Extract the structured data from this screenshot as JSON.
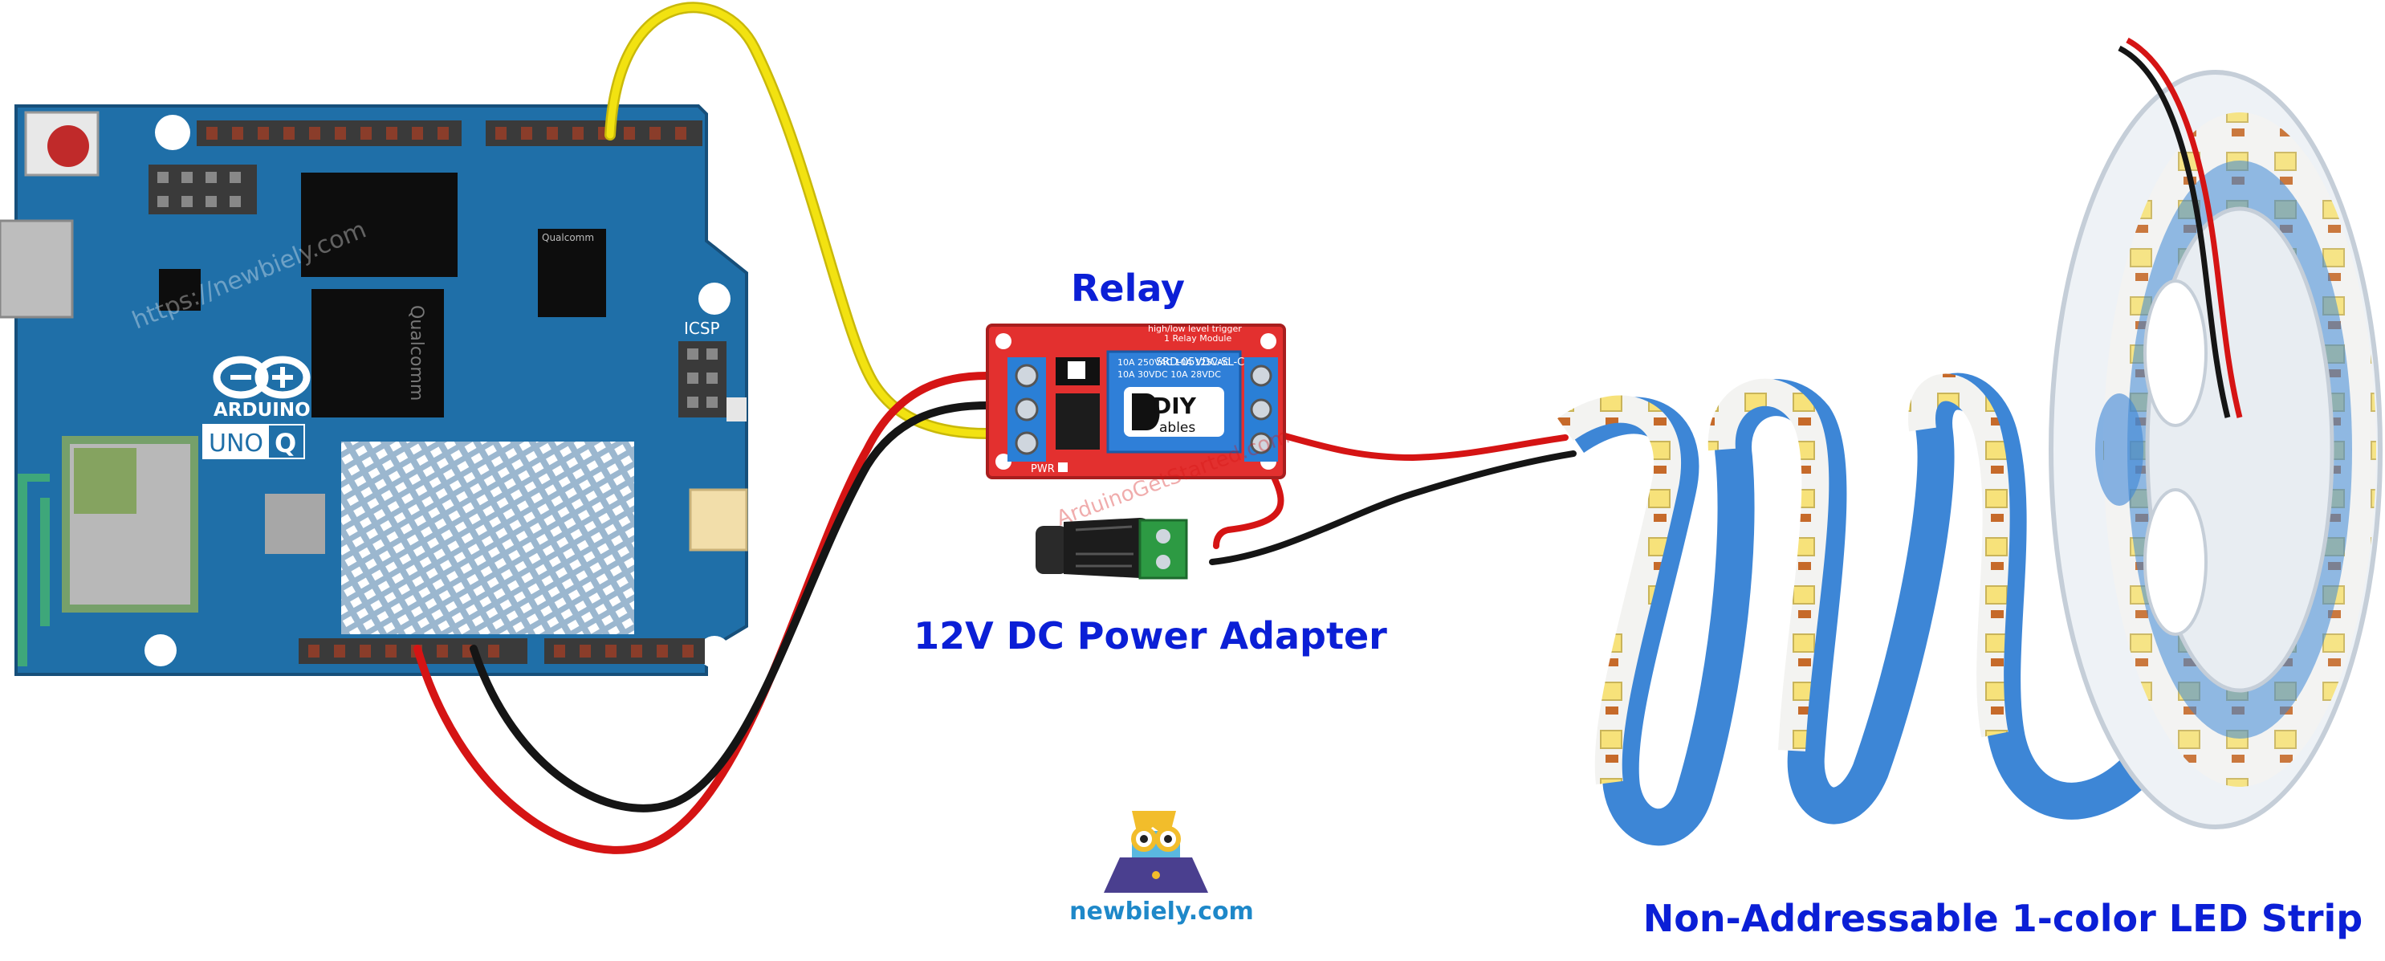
{
  "labels": {
    "relay": "Relay",
    "adapter": "12V DC Power Adapter",
    "led_strip": "Non-Addressable 1-color LED Strip",
    "site": "newbiely.com"
  },
  "board": {
    "brand": "ARDUINO",
    "model_prefix": "UNO",
    "model_suffix": "Q",
    "icsp": "ICSP",
    "chip_brand": "Qualcomm",
    "watermark": "https://newbiely.com"
  },
  "relay_module": {
    "brand_top": "DIY",
    "brand_bottom": "ables",
    "model_text": "SRD-05VDC-SL-C",
    "rating_text": "10A 250VAC 10A 125VAC",
    "rating_text_2": "10A 30VDC 10A 28VDC",
    "title_text": "1 Relay Module",
    "subtitle_text": "high/low level trigger",
    "pwr": "PWR",
    "watermark": "ArduinoGetStarted.com"
  },
  "colors": {
    "label_blue": "#0b1fd6",
    "board_blue": "#1f6fa8",
    "relay_red": "#e3302f",
    "wire_red": "#d51414",
    "wire_black": "#151515",
    "wire_yellow": "#f2e211",
    "strip_blue": "#3d86d6"
  }
}
